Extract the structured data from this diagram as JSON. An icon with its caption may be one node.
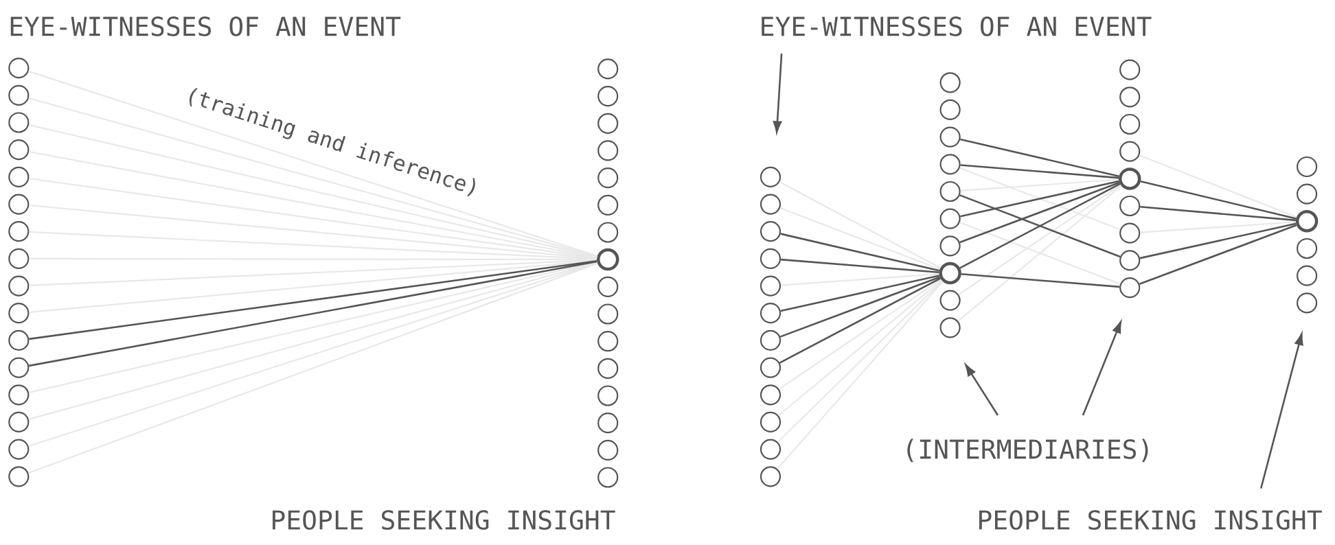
{
  "diagram": {
    "nodes": [
      {
        "text": [],
        "shape": "circle"
      },
      {
        "text": [],
        "shape": "circle"
      },
      {
        "text": [],
        "shape": "circle"
      },
      {
        "text": [],
        "shape": "circle"
      },
      {
        "text": [],
        "shape": "circle"
      },
      {
        "text": [],
        "shape": "circle"
      },
      {
        "text": [],
        "shape": "circle"
      },
      {
        "text": [],
        "shape": "circle"
      },
      {
        "text": [],
        "shape": "circle"
      },
      {
        "text": [],
        "shape": "circle"
      },
      {
        "text": [],
        "shape": "circle"
      },
      {
        "text": [],
        "shape": "circle"
      },
      {
        "text": [],
        "shape": "circle"
      },
      {
        "text": [],
        "shape": "circle"
      },
      {
        "text": [],
        "shape": "circle"
      },
      {
        "text": [],
        "shape": "circle"
      },
      {
        "text": [],
        "shape": "circle"
      },
      {
        "text": [],
        "shape": "circle"
      },
      {
        "text": [],
        "shape": "circle"
      },
      {
        "text": [],
        "shape": "circle"
      },
      {
        "text": [],
        "shape": "circle"
      },
      {
        "text": [],
        "shape": "circle"
      },
      {
        "text": [],
        "shape": "circle"
      },
      {
        "text": [],
        "shape": "circle"
      },
      {
        "text": [],
        "shape": "circle"
      },
      {
        "text": [],
        "shape": "circle"
      },
      {
        "text": [],
        "shape": "circle"
      },
      {
        "text": [],
        "shape": "circle"
      },
      {
        "text": [],
        "shape": "circle"
      },
      {
        "text": [],
        "shape": "circle"
      },
      {
        "text": [],
        "shape": "circle"
      },
      {
        "text": [],
        "shape": "circle"
      },
      {
        "text": [],
        "shape": "circle"
      },
      {
        "text": [],
        "shape": "circle"
      },
      {
        "text": [],
        "shape": "circle"
      },
      {
        "text": [],
        "shape": "circle"
      },
      {
        "text": [],
        "shape": "circle"
      },
      {
        "text": [],
        "shape": "circle"
      },
      {
        "text": [],
        "shape": "circle"
      },
      {
        "text": [],
        "shape": "circle"
      },
      {
        "text": [],
        "shape": "circle"
      },
      {
        "text": [],
        "shape": "circle"
      },
      {
        "text": [],
        "shape": "circle"
      },
      {
        "text": [],
        "shape": "circle"
      },
      {
        "text": [],
        "shape": "circle"
      },
      {
        "text": [],
        "shape": "circle"
      },
      {
        "text": [],
        "shape": "circle"
      },
      {
        "text": [],
        "shape": "circle"
      },
      {
        "text": [],
        "shape": "circle"
      },
      {
        "text": [],
        "shape": "circle"
      },
      {
        "text": [],
        "shape": "circle"
      },
      {
        "text": [],
        "shape": "circle"
      },
      {
        "text": [],
        "shape": "circle"
      },
      {
        "text": [],
        "shape": "circle"
      },
      {
        "text": [],
        "shape": "circle"
      },
      {
        "text": [],
        "shape": "circle"
      },
      {
        "text": [],
        "shape": "circle"
      },
      {
        "text": [],
        "shape": "circle"
      },
      {
        "text": [],
        "shape": "circle"
      },
      {
        "text": [],
        "shape": "circle"
      },
      {
        "text": [],
        "shape": "circle"
      },
      {
        "text": [],
        "shape": "circle"
      },
      {
        "text": [],
        "shape": "circle"
      },
      {
        "text": [],
        "shape": "circle"
      },
      {
        "text": [],
        "shape": "circle"
      },
      {
        "text": [],
        "shape": "circle"
      },
      {
        "text": [],
        "shape": "circle"
      },
      {
        "text": [],
        "shape": "circle"
      },
      {
        "text": [],
        "shape": "circle"
      },
      {
        "text": [
          "EYE-WITNESSES OF AN EVENT"
        ]
      },
      {
        "text": [
          "(INTERMEDIARIES)"
        ]
      },
      {
        "text": [
          "PEOPLE SEEKING INSIGHT"
        ]
      }
    ],
    "edges": [
      {
        "from": 0,
        "to": 23,
        "arrow": "none"
      },
      {
        "from": 1,
        "to": 23,
        "arrow": "none"
      },
      {
        "from": 2,
        "to": 23,
        "arrow": "none"
      },
      {
        "from": 3,
        "to": 23,
        "arrow": "none"
      },
      {
        "from": 4,
        "to": 23,
        "arrow": "none"
      },
      {
        "from": 5,
        "to": 23,
        "arrow": "none"
      },
      {
        "from": 6,
        "to": 23,
        "arrow": "none"
      },
      {
        "from": 7,
        "to": 23,
        "arrow": "none"
      },
      {
        "from": 8,
        "to": 23,
        "arrow": "none"
      },
      {
        "from": 9,
        "to": 23,
        "arrow": "none"
      },
      {
        "from": 10,
        "to": 23,
        "arrow": "none",
        "color": "#555555"
      },
      {
        "from": 11,
        "to": 23,
        "arrow": "none",
        "color": "#555555"
      },
      {
        "from": 12,
        "to": 23,
        "arrow": "none"
      },
      {
        "from": 13,
        "to": 23,
        "arrow": "none"
      },
      {
        "from": 14,
        "to": 23,
        "arrow": "none"
      },
      {
        "from": 15,
        "to": 23,
        "arrow": "none"
      },
      {
        "from": 32,
        "to": 51,
        "arrow": "none"
      },
      {
        "from": 33,
        "to": 51,
        "arrow": "none"
      },
      {
        "from": 34,
        "to": 51,
        "arrow": "none",
        "color": "#555555"
      },
      {
        "from": 35,
        "to": 51,
        "arrow": "none",
        "color": "#555555"
      },
      {
        "from": 36,
        "to": 51,
        "arrow": "none"
      },
      {
        "from": 37,
        "to": 51,
        "arrow": "none",
        "color": "#555555"
      },
      {
        "from": 38,
        "to": 51,
        "arrow": "none",
        "color": "#555555"
      },
      {
        "from": 39,
        "to": 51,
        "arrow": "none",
        "color": "#555555"
      },
      {
        "from": 40,
        "to": 51,
        "arrow": "none"
      },
      {
        "from": 41,
        "to": 51,
        "arrow": "none"
      },
      {
        "from": 42,
        "to": 51,
        "arrow": "none"
      },
      {
        "from": 43,
        "to": 51,
        "arrow": "none"
      },
      {
        "from": 46,
        "to": 58,
        "arrow": "none",
        "color": "#555555"
      },
      {
        "from": 47,
        "to": 58,
        "arrow": "none",
        "color": "#555555"
      },
      {
        "from": 47,
        "to": 60,
        "arrow": "none"
      },
      {
        "from": 48,
        "to": 58,
        "arrow": "none"
      },
      {
        "from": 48,
        "to": 61,
        "arrow": "none",
        "color": "#555555"
      },
      {
        "from": 49,
        "to": 58,
        "arrow": "none",
        "color": "#555555"
      },
      {
        "from": 49,
        "to": 62,
        "arrow": "none"
      },
      {
        "from": 50,
        "to": 58,
        "arrow": "none",
        "color": "#555555"
      },
      {
        "from": 51,
        "to": 58,
        "arrow": "none",
        "color": "#555555"
      },
      {
        "from": 51,
        "to": 62,
        "arrow": "none",
        "color": "#555555"
      },
      {
        "from": 52,
        "to": 58,
        "arrow": "none"
      },
      {
        "from": 53,
        "to": 58,
        "arrow": "none"
      },
      {
        "from": 57,
        "to": 65,
        "arrow": "none"
      },
      {
        "from": 58,
        "to": 65,
        "arrow": "none",
        "color": "#555555"
      },
      {
        "from": 59,
        "to": 65,
        "arrow": "none",
        "color": "#555555"
      },
      {
        "from": 60,
        "to": 65,
        "arrow": "none"
      },
      {
        "from": 61,
        "to": 65,
        "arrow": "none",
        "color": "#555555"
      },
      {
        "from": 62,
        "to": 65,
        "arrow": "none",
        "color": "#555555"
      },
      {
        "from": 69,
        "to": null,
        "arrow": "to",
        "color": "#555555"
      },
      {
        "from": 70,
        "to": null,
        "arrow": "to",
        "color": "#555555"
      },
      {
        "from": 70,
        "to": null,
        "arrow": "to",
        "color": "#555555"
      },
      {
        "from": 71,
        "to": null,
        "arrow": "to",
        "color": "#555555"
      }
    ],
    "labels": [
      "EYE-WITNESSES OF AN EVENT",
      "(training and inference)",
      "PEOPLE SEEKING INSIGHT"
    ]
  }
}
